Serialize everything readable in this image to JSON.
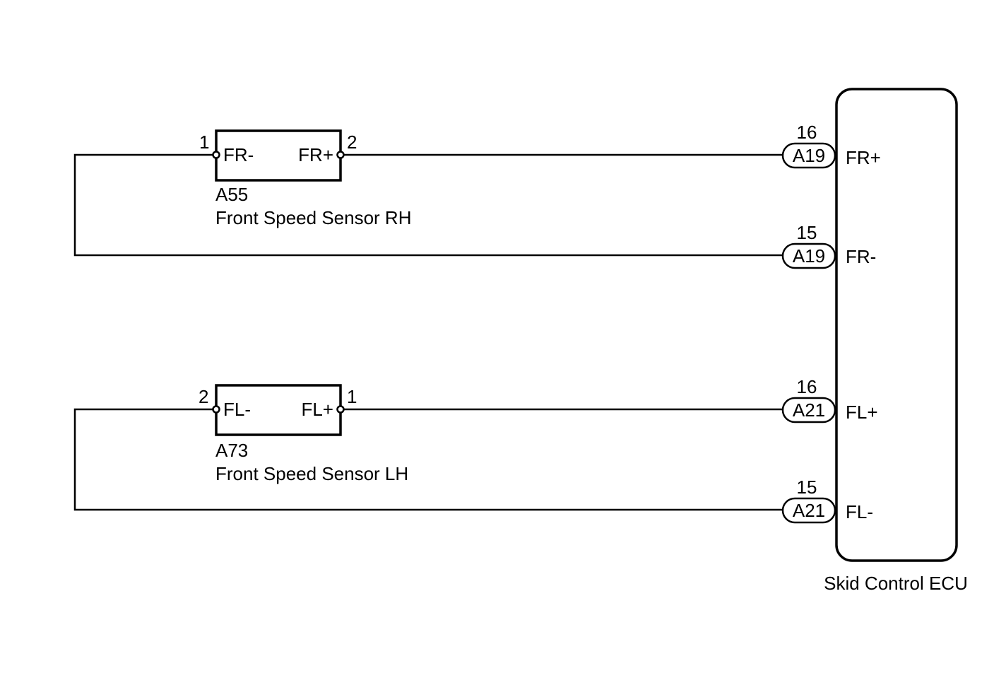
{
  "sensors": {
    "rh": {
      "code": "A55",
      "name": "Front Speed Sensor RH",
      "left_pin": "1",
      "left_terminal": "FR-",
      "right_pin": "2",
      "right_terminal": "FR+"
    },
    "lh": {
      "code": "A73",
      "name": "Front Speed Sensor LH",
      "left_pin": "2",
      "left_terminal": "FL-",
      "right_pin": "1",
      "right_terminal": "FL+"
    }
  },
  "ecu": {
    "name": "Skid Control ECU",
    "terminals": [
      {
        "pin": "16",
        "connector": "A19",
        "label": "FR+"
      },
      {
        "pin": "15",
        "connector": "A19",
        "label": "FR-"
      },
      {
        "pin": "16",
        "connector": "A21",
        "label": "FL+"
      },
      {
        "pin": "15",
        "connector": "A21",
        "label": "FL-"
      }
    ]
  }
}
